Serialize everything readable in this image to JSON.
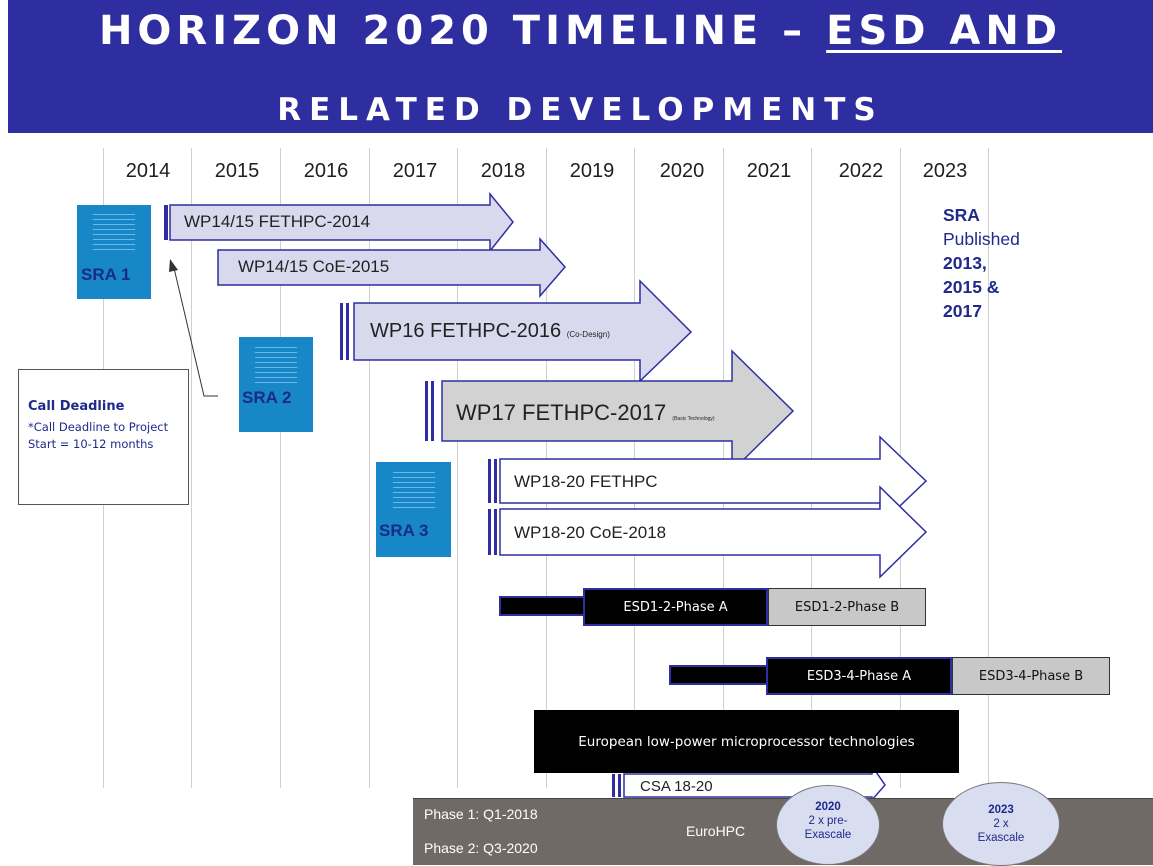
{
  "title": {
    "line1_prefix": "Horizon 2020 Timeline –",
    "line1_underlined": "EsD and",
    "line2": "related developments"
  },
  "years": [
    "2014",
    "2015",
    "2016",
    "2017",
    "2018",
    "2019",
    "2020",
    "2021",
    "2022",
    "2023"
  ],
  "work_programmes": [
    {
      "label": "WP14/15 FETHPC-2014",
      "sub": ""
    },
    {
      "label": "WP14/15 CoE-2015",
      "sub": ""
    },
    {
      "label": "WP16 FETHPC-2016",
      "sub": "(Co-Design)"
    },
    {
      "label": "WP17 FETHPC-2017",
      "sub": "(Basic Technology)"
    },
    {
      "label": "WP18-20 FETHPC",
      "sub": ""
    },
    {
      "label": "WP18-20 CoE-2018",
      "sub": ""
    },
    {
      "label": "CSA 18-20",
      "sub": ""
    }
  ],
  "sra_docs": [
    "SRA 1",
    "SRA 2",
    "SRA 3"
  ],
  "call_box": {
    "title": "Call Deadline",
    "text": "*Call Deadline to Project Start = 10-12 months"
  },
  "sra_note": {
    "line1": "SRA",
    "line2": "Published",
    "line3": "2013,",
    "line4": "2015 &",
    "line5": "2017"
  },
  "esd_bars": {
    "esd12_a": "ESD1-2-Phase A",
    "esd12_b": "ESD1-2-Phase B",
    "esd34_a": "ESD3-4-Phase A",
    "esd34_b": "ESD3-4-Phase B"
  },
  "microprocessor": "European low-power microprocessor technologies",
  "eurohpc": {
    "phase1": "Phase 1: Q1-2018",
    "phase2": "Phase 2: Q3-2020",
    "label": "EuroHPC",
    "m2020_year": "2020",
    "m2020_line1": "2 x pre-",
    "m2020_line2": "Exascale",
    "m2023_year": "2023",
    "m2023_line1": "2 x",
    "m2023_line2": "Exascale"
  },
  "colors": {
    "title_band": "#2e2ea0",
    "sra_doc": "#1787c8",
    "arrow_fill_light": "#d9d9ee",
    "arrow_fill_gray": "#d2d2d2",
    "arrow_stroke": "#2e2ea0"
  },
  "icons": [
    "document-icon"
  ]
}
